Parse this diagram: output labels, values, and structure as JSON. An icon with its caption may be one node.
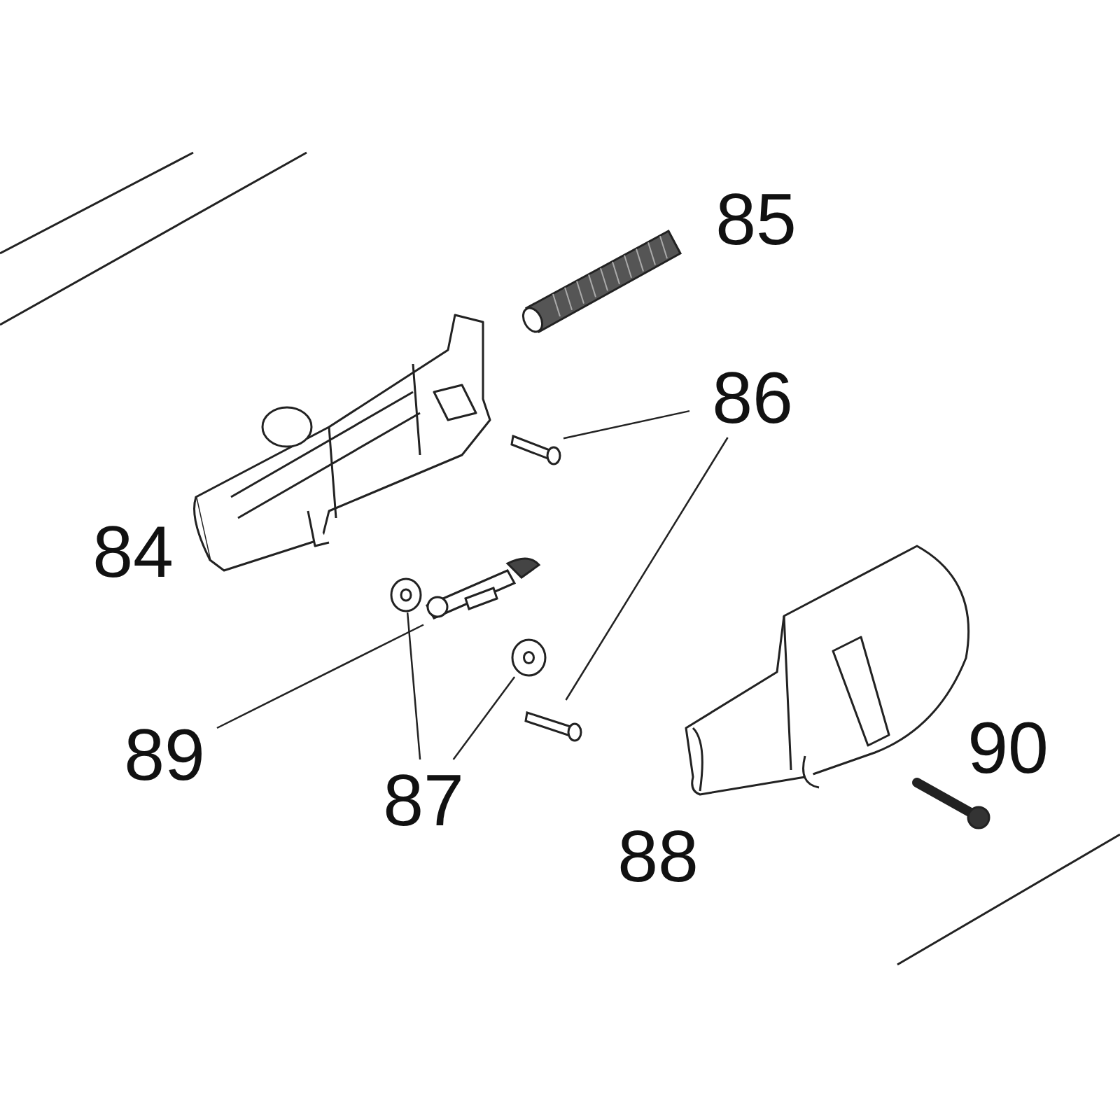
{
  "diagram": {
    "nodes": [
      {
        "text": [
          "86"
        ]
      },
      {
        "text": [],
        "shape": "picture"
      },
      {
        "text": [],
        "shape": "picture"
      },
      {
        "text": [
          "87"
        ]
      },
      {
        "text": [],
        "shape": "picture"
      },
      {
        "text": [],
        "shape": "picture"
      },
      {
        "text": [
          "89"
        ]
      },
      {
        "text": [],
        "shape": "picture"
      }
    ],
    "edges": [
      {
        "from": 0,
        "to": 1,
        "arrow": "none"
      },
      {
        "from": 0,
        "to": 2,
        "arrow": "none"
      },
      {
        "from": 3,
        "to": 4,
        "arrow": "none"
      },
      {
        "from": 3,
        "to": 5,
        "arrow": "none"
      },
      {
        "from": 6,
        "to": 7,
        "arrow": "none"
      }
    ],
    "labels": [
      "85",
      "84",
      "90",
      "88"
    ]
  }
}
